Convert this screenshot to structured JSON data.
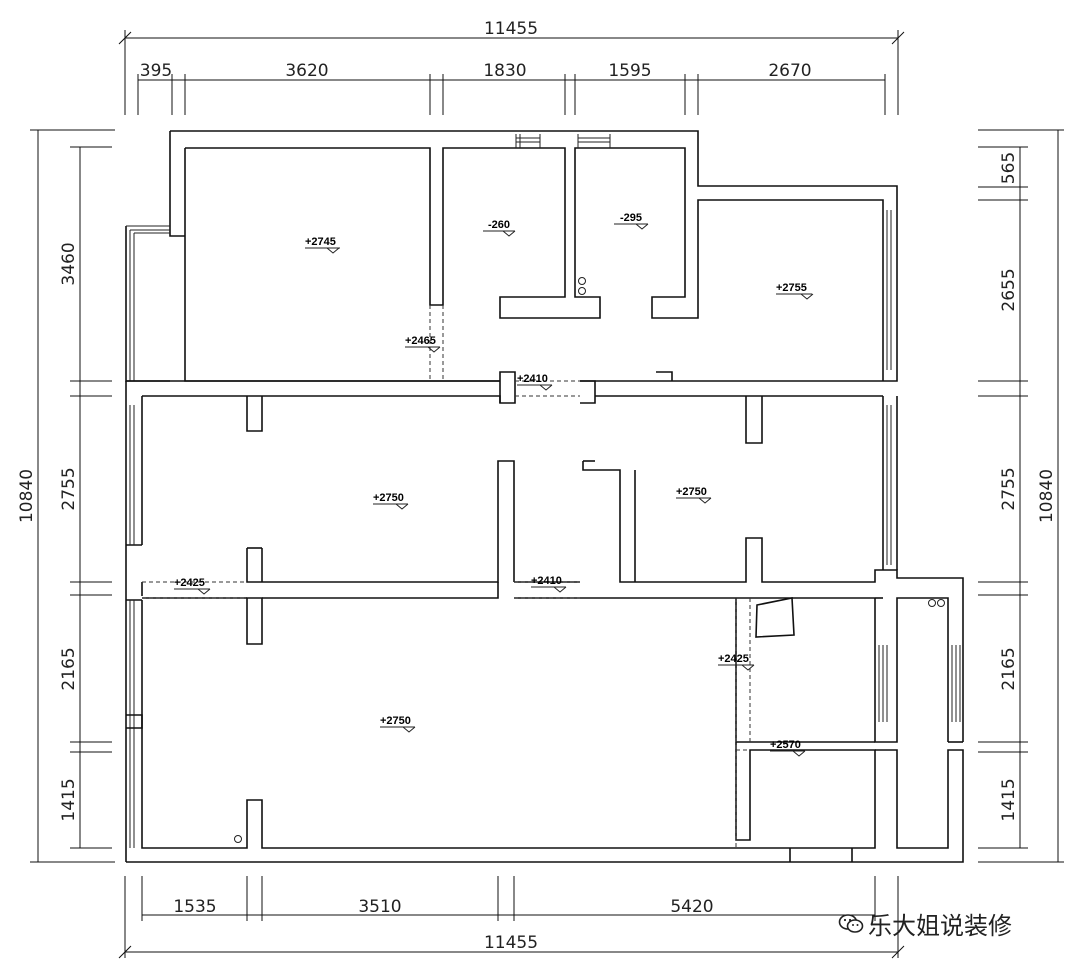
{
  "dimensions": {
    "top_total": "11455",
    "top_segments": [
      "395",
      "3620",
      "1830",
      "1595",
      "2670"
    ],
    "bottom_segments": [
      "1535",
      "3510",
      "5420"
    ],
    "bottom_total": "11455",
    "left_total": "10840",
    "left_segments": [
      "3460",
      "2755",
      "2165",
      "1415"
    ],
    "right_total": "10840",
    "right_segments": [
      "565",
      "2655",
      "2755",
      "2165",
      "1415"
    ]
  },
  "levels": {
    "bedroom_nw": "+2745",
    "bath_1": "-260",
    "bath_2": "-295",
    "bedroom_ne": "+2755",
    "beam_1": "+2465",
    "corridor_beam": "+2410",
    "room_mid_left": "+2750",
    "room_mid_right": "+2750",
    "beam_left": "+2425",
    "beam_center": "+2410",
    "living_room": "+2750",
    "kitchen_beam": "+2425",
    "kitchen_bottom": "+2570"
  },
  "watermark": {
    "text": "乐大姐说装修",
    "icon": "wechat-icon"
  }
}
